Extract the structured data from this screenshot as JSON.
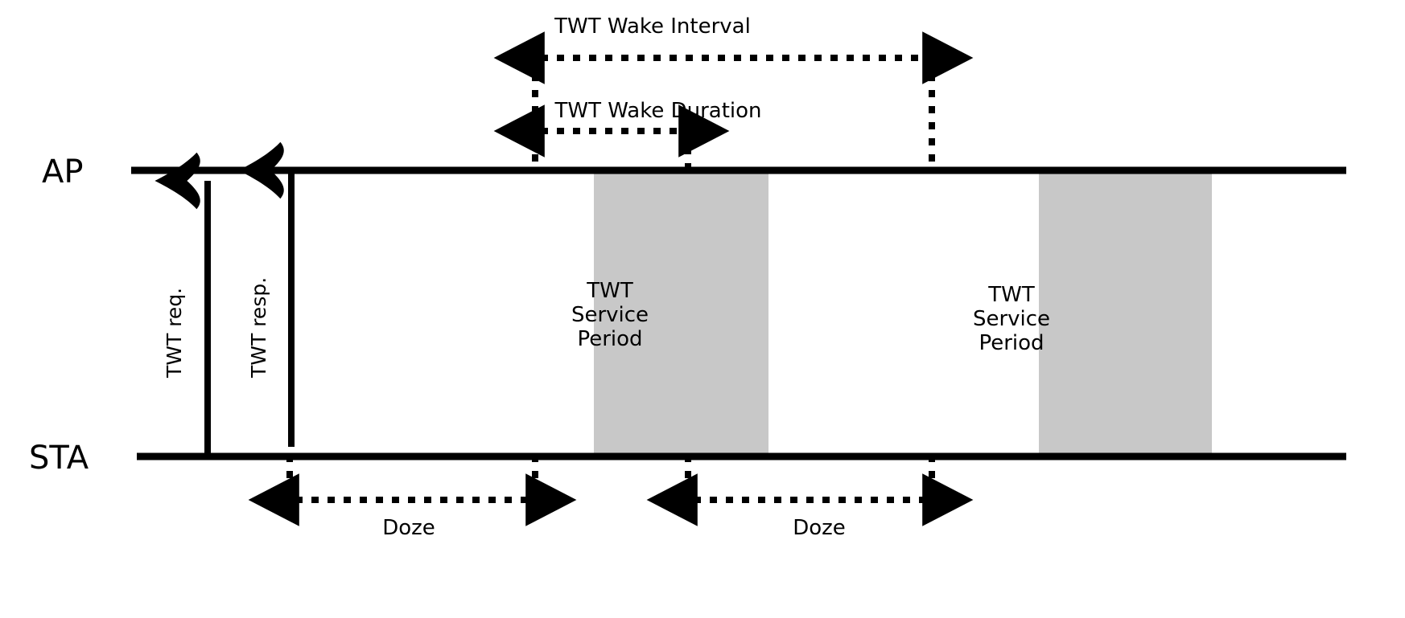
{
  "diagram": {
    "title": "TWT (Target Wake Time) timing diagram",
    "colors": {
      "line": "#000000",
      "service_period_fill": "#c8c8c8",
      "background": "#ffffff"
    },
    "timelines": [
      {
        "id": "ap",
        "label": "AP"
      },
      {
        "id": "sta",
        "label": "STA"
      }
    ],
    "messages": [
      {
        "id": "twt-req",
        "label": "TWT req.",
        "direction": "up"
      },
      {
        "id": "twt-resp",
        "label": "TWT resp.",
        "direction": "down"
      }
    ],
    "intervals": [
      {
        "id": "wake-interval",
        "label": "TWT Wake Interval"
      },
      {
        "id": "wake-duration",
        "label": "TWT Wake Duration"
      }
    ],
    "service_periods": [
      {
        "id": "sp-1",
        "line1": "TWT",
        "line2": "Service",
        "line3": "Period"
      },
      {
        "id": "sp-2",
        "line1": "TWT",
        "line2": "Service",
        "line3": "Period"
      }
    ],
    "doze_periods": [
      {
        "id": "doze-1",
        "label": "Doze"
      },
      {
        "id": "doze-2",
        "label": "Doze"
      }
    ]
  }
}
